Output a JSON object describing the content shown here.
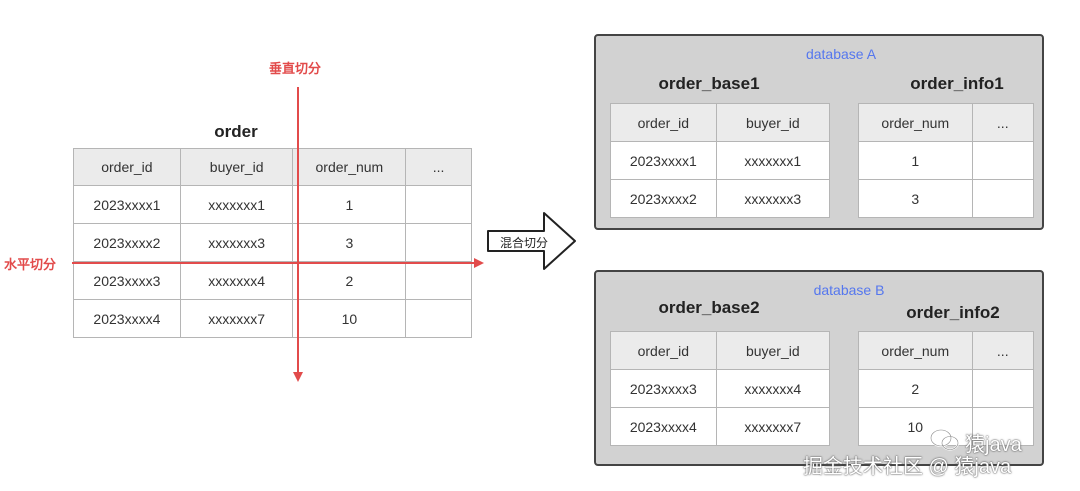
{
  "left": {
    "title": "order",
    "vertical_cut_label": "垂直切分",
    "horizontal_cut_label": "水平切分",
    "headers": [
      "order_id",
      "buyer_id",
      "order_num",
      "..."
    ],
    "rows": [
      [
        "2023xxxx1",
        "xxxxxxx1",
        "1",
        ""
      ],
      [
        "2023xxxx2",
        "xxxxxxx3",
        "3",
        ""
      ],
      [
        "2023xxxx3",
        "xxxxxxx4",
        "2",
        ""
      ],
      [
        "2023xxxx4",
        "xxxxxxx7",
        "10",
        ""
      ]
    ]
  },
  "arrow_label": "混合切分",
  "db_a": {
    "label": "database A",
    "base": {
      "title": "order_base1",
      "headers": [
        "order_id",
        "buyer_id"
      ],
      "rows": [
        [
          "2023xxxx1",
          "xxxxxxx1"
        ],
        [
          "2023xxxx2",
          "xxxxxxx3"
        ]
      ]
    },
    "info": {
      "title": "order_info1",
      "headers": [
        "order_num",
        "..."
      ],
      "rows": [
        [
          "1",
          ""
        ],
        [
          "3",
          ""
        ]
      ]
    }
  },
  "db_b": {
    "label": "database B",
    "base": {
      "title": "order_base2",
      "headers": [
        "order_id",
        "buyer_id"
      ],
      "rows": [
        [
          "2023xxxx3",
          "xxxxxxx4"
        ],
        [
          "2023xxxx4",
          "xxxxxxx7"
        ]
      ]
    },
    "info": {
      "title": "order_info2",
      "headers": [
        "order_num",
        "..."
      ],
      "rows": [
        [
          "2",
          ""
        ],
        [
          "10",
          ""
        ]
      ]
    }
  },
  "watermark": {
    "line1": "猿java",
    "line2": "掘金技术社区 @ 猿java"
  }
}
